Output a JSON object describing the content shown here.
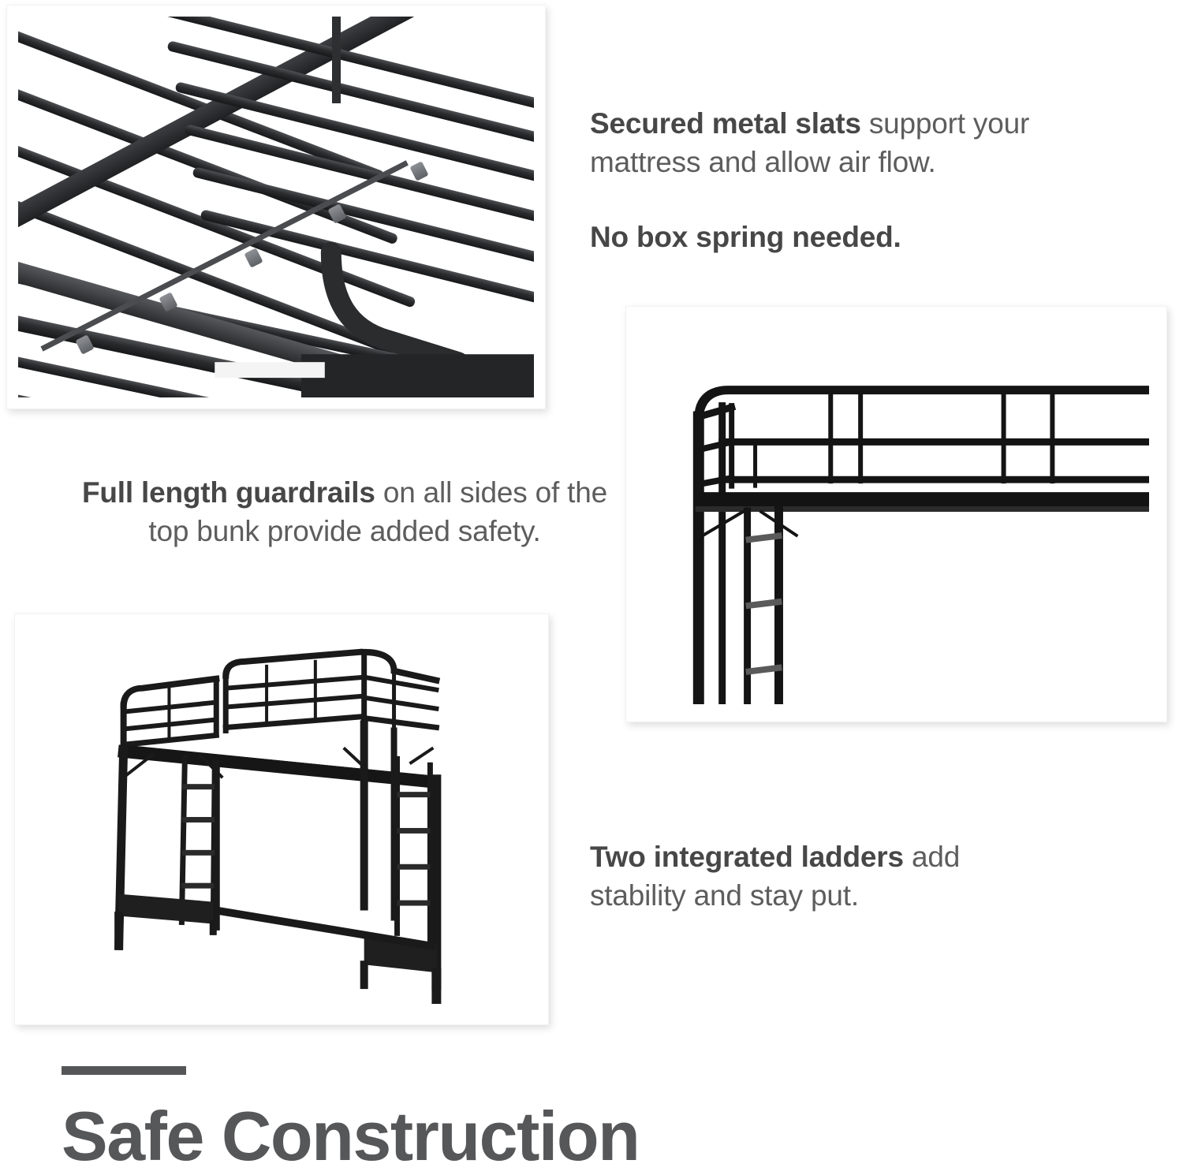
{
  "page": {
    "background_color": "#ffffff",
    "body_text_color": "#5d5d5d",
    "bold_text_color": "#474747",
    "accent_color": "#555658"
  },
  "callouts": [
    {
      "id": "secured-metal-slats",
      "lead": "Secured metal slats",
      "rest": " support your mattress and allow air flow.",
      "second_line": "No box spring needed."
    },
    {
      "id": "full-length-guardrails",
      "lead": "Full length guardrails",
      "rest": " on all sides of the top bunk provide added safety."
    },
    {
      "id": "two-integrated-ladders",
      "lead": "Two integrated ladders",
      "rest": " add stability and stay put."
    }
  ],
  "heading": {
    "title": "Safe Construction"
  },
  "photos": [
    {
      "id": "metal-slats-closeup",
      "alt": "Close-up of black metal bed slats with gray clip connectors and support rod"
    },
    {
      "id": "guardrail-corner-detail",
      "alt": "Corner detail of loft bed showing full length guardrails and integrated ladder"
    },
    {
      "id": "full-loft-bed",
      "alt": "Full view of black metal loft bed with guardrails and two ladders"
    }
  ]
}
